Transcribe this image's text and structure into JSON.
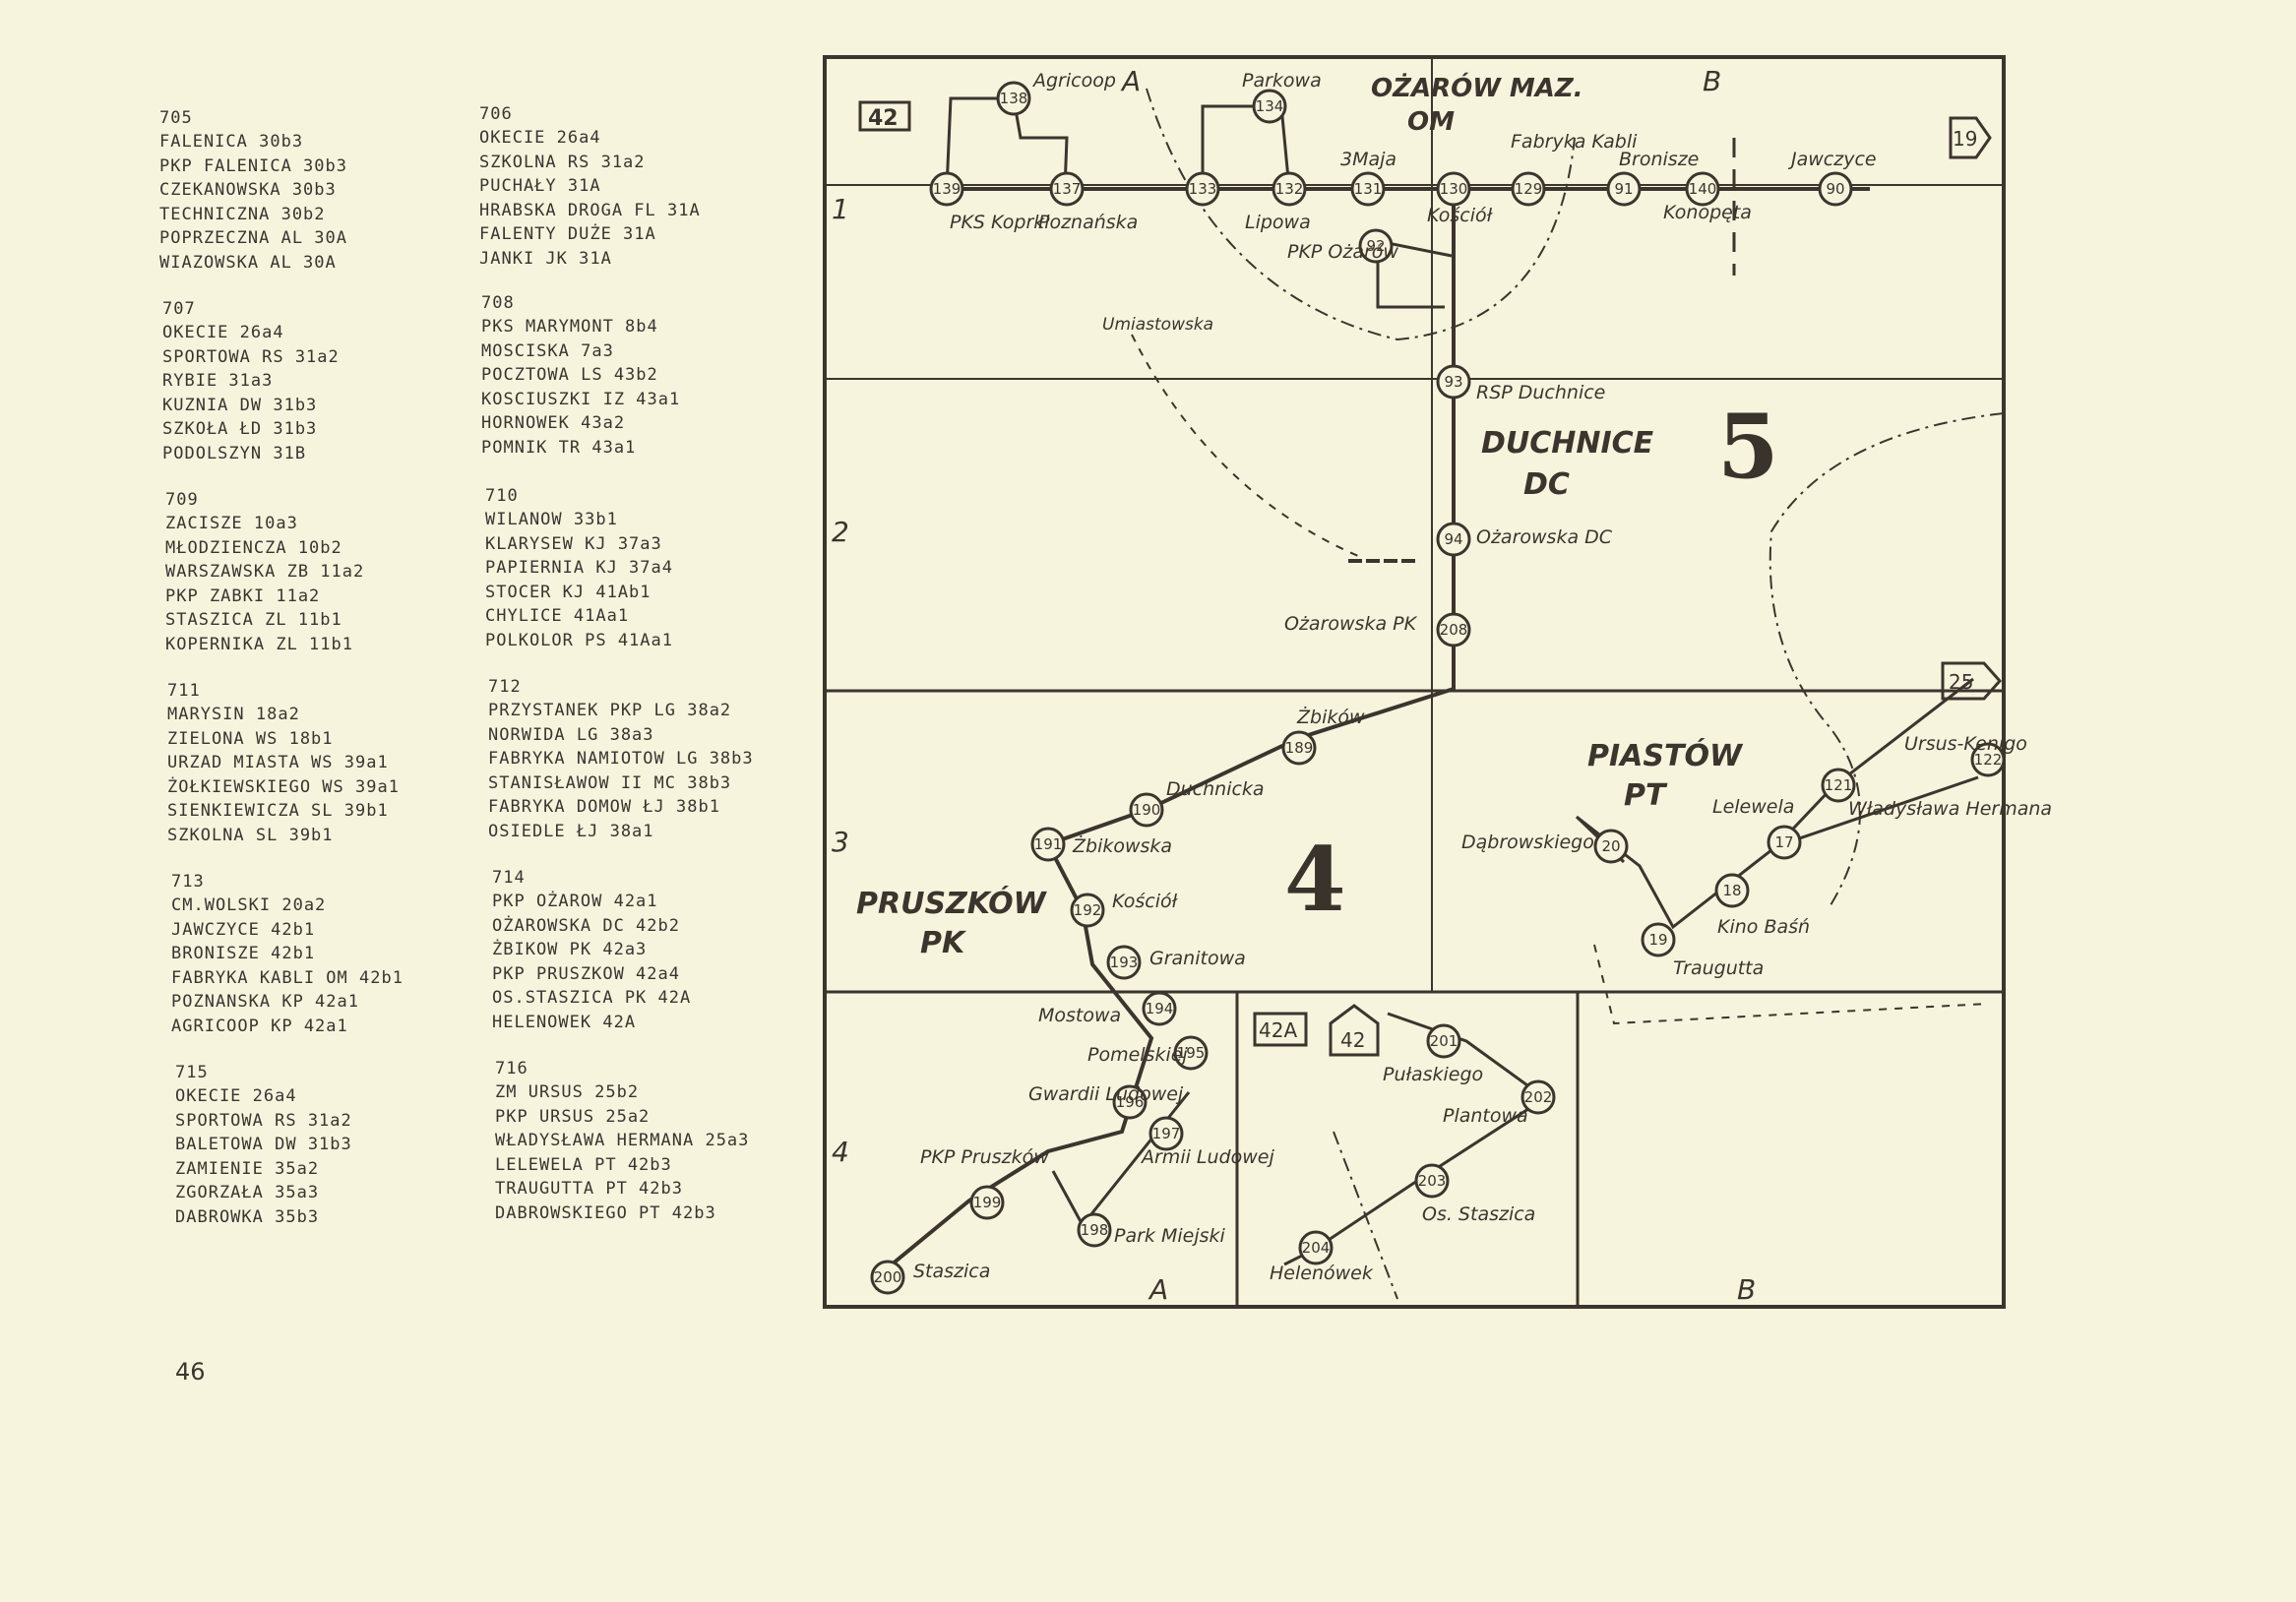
{
  "routes": [
    {
      "number": "705",
      "stops": [
        "FALENICA 30b3",
        "PKP FALENICA 30b3",
        "CZEKANOWSKA 30b3",
        "TECHNICZNA 30b2",
        "POPRZECZNA AL 30A",
        "WIAZOWSKA AL 30A"
      ]
    },
    {
      "number": "706",
      "stops": [
        "OKECIE 26a4",
        "SZKOLNA RS 31a2",
        "PUCHAŁY 31A",
        "HRABSKA DROGA FL 31A",
        "FALENTY DUŻE 31A",
        "JANKI JK 31A"
      ]
    },
    {
      "number": "707",
      "stops": [
        "OKECIE 26a4",
        "SPORTOWA RS 31a2",
        "RYBIE 31a3",
        "KUZNIA DW 31b3",
        "SZKOŁA ŁD 31b3",
        "PODOLSZYN 31B"
      ]
    },
    {
      "number": "708",
      "stops": [
        "PKS MARYMONT 8b4",
        "MOSCISKA 7a3",
        "POCZTOWA LS 43b2",
        "KOSCIUSZKI IZ 43a1",
        "HORNOWEK 43a2",
        "POMNIK TR 43a1"
      ]
    },
    {
      "number": "709",
      "stops": [
        "ZACISZE 10a3",
        "MŁODZIENCZA 10b2",
        "WARSZAWSKA ZB 11a2",
        "PKP ZABKI 11a2",
        "STASZICA ZL 11b1",
        "KOPERNIKA ZL 11b1"
      ]
    },
    {
      "number": "710",
      "stops": [
        "WILANOW 33b1",
        "KLARYSEW KJ 37a3",
        "PAPIERNIA KJ 37a4",
        "STOCER KJ 41Ab1",
        "CHYLICE 41Aa1",
        "POLKOLOR PS 41Aa1"
      ]
    },
    {
      "number": "711",
      "stops": [
        "MARYSIN 18a2",
        "ZIELONA WS 18b1",
        "URZAD MIASTA WS 39a1",
        "ŻOŁKIEWSKIEGO WS 39a1",
        "SIENKIEWICZA SL 39b1",
        "SZKOLNA SL 39b1"
      ]
    },
    {
      "number": "712",
      "stops": [
        "PRZYSTANEK PKP LG 38a2",
        "NORWIDA LG 38a3",
        "FABRYKA NAMIOTOW LG 38b3",
        "STANISŁAWOW II MC 38b3",
        "FABRYKA DOMOW ŁJ 38b1",
        "OSIEDLE ŁJ 38a1"
      ]
    },
    {
      "number": "713",
      "stops": [
        "CM.WOLSKI 20a2",
        "JAWCZYCE 42b1",
        "BRONISZE 42b1",
        "FABRYKA KABLI OM 42b1",
        "POZNANSKA KP 42a1",
        "AGRICOOP KP 42a1"
      ]
    },
    {
      "number": "714",
      "stops": [
        "PKP OŻAROW 42a1",
        "OŻAROWSKA DC 42b2",
        "ŻBIKOW PK 42a3",
        "PKP PRUSZKOW 42a4",
        "OS.STASZICA PK 42A",
        "HELENOWEK 42A"
      ]
    },
    {
      "number": "715",
      "stops": [
        "OKECIE 26a4",
        "SPORTOWA RS 31a2",
        "BALETOWA DW 31b3",
        "ZAMIENIE 35a2",
        "ZGORZAŁA 35a3",
        "DABROWKA 35b3"
      ]
    },
    {
      "number": "716",
      "stops": [
        "ZM URSUS 25b2",
        "PKP URSUS 25a2",
        "WŁADYSŁAWA HERMANA 25a3",
        "LELEWELA PT 42b3",
        "TRAUGUTTA PT 42b3",
        "DABROWSKIEGO PT 42b3"
      ]
    }
  ],
  "page_number": "46",
  "map": {
    "sheet": "42",
    "inset_sheet": "42A",
    "inset_arrow": "42",
    "next_sheets": [
      "19",
      "25"
    ],
    "zones": [
      "5",
      "4"
    ],
    "col_labels": [
      "A",
      "B",
      "A",
      "B"
    ],
    "row_labels": [
      "1",
      "2",
      "3",
      "4"
    ],
    "towns": [
      {
        "name": "OŻARÓW MAZ.",
        "code": "OM"
      },
      {
        "name": "DUCHNICE",
        "code": "DC"
      },
      {
        "name": "PIASTÓW",
        "code": "PT"
      },
      {
        "name": "PRUSZKÓW",
        "code": "PK"
      }
    ],
    "stops": [
      {
        "num": "138",
        "name": "Agricoop"
      },
      {
        "num": "139",
        "name": "PKS Koprki"
      },
      {
        "num": "137",
        "name": "Poznańska"
      },
      {
        "num": "134",
        "name": "Parkowa"
      },
      {
        "num": "133",
        "name": ""
      },
      {
        "num": "132",
        "name": "Lipowa"
      },
      {
        "num": "131",
        "name": "3Maja"
      },
      {
        "num": "130",
        "name": "Kościół"
      },
      {
        "num": "129",
        "name": "Fabryka Kabli"
      },
      {
        "num": "91",
        "name": "Bronisze"
      },
      {
        "num": "140",
        "name": "Konopęta"
      },
      {
        "num": "90",
        "name": "Jawczyce"
      },
      {
        "num": "92",
        "name": "PKP Ożarów"
      },
      {
        "num": "93",
        "name": "RSP Duchnice"
      },
      {
        "num": "94",
        "name": "Ożarowska DC"
      },
      {
        "num": "208",
        "name": "Ożarowska PK"
      },
      {
        "num": "189",
        "name": "Żbików"
      },
      {
        "num": "190",
        "name": "Duchnicka"
      },
      {
        "num": "191",
        "name": "Żbikowska"
      },
      {
        "num": "192",
        "name": "Kościół"
      },
      {
        "num": "193",
        "name": "Granitowa"
      },
      {
        "num": "194",
        "name": "Mostowa"
      },
      {
        "num": "195",
        "name": "Pomelskiej"
      },
      {
        "num": "196",
        "name": "Gwardii Ludowej"
      },
      {
        "num": "197",
        "name": "Armii Ludowej"
      },
      {
        "num": "198",
        "name": "Park Miejski"
      },
      {
        "num": "199",
        "name": "PKP Pruszków"
      },
      {
        "num": "200",
        "name": "Staszica"
      },
      {
        "num": "201",
        "name": "Pułaskiego"
      },
      {
        "num": "202",
        "name": "Plantowa"
      },
      {
        "num": "203",
        "name": "Os. Staszica"
      },
      {
        "num": "204",
        "name": "Helenówek"
      },
      {
        "num": "20",
        "name": "Dąbrowskiego"
      },
      {
        "num": "19",
        "name": "Traugutta"
      },
      {
        "num": "18",
        "name": "Kino Baśń"
      },
      {
        "num": "17",
        "name": "Lelewela"
      },
      {
        "num": "121",
        "name": "Władysława Hermana"
      },
      {
        "num": "122",
        "name": "Ursus-Kenigo"
      }
    ],
    "street_label": "Umiastowska"
  }
}
